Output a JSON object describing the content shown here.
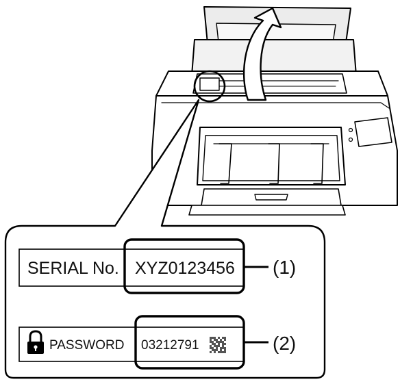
{
  "serial_label": {
    "title": "SERIAL No.",
    "value": "XYZ0123456"
  },
  "password_label": {
    "title": "PASSWORD",
    "value": "03212791",
    "lock_icon": "padlock-icon",
    "qr_icon": "qr-code-icon"
  },
  "callouts": [
    {
      "number": "(1)"
    },
    {
      "number": "(2)"
    }
  ],
  "colors": {
    "line": "#000000",
    "background": "#ffffff",
    "qr_fill": "#555555"
  }
}
